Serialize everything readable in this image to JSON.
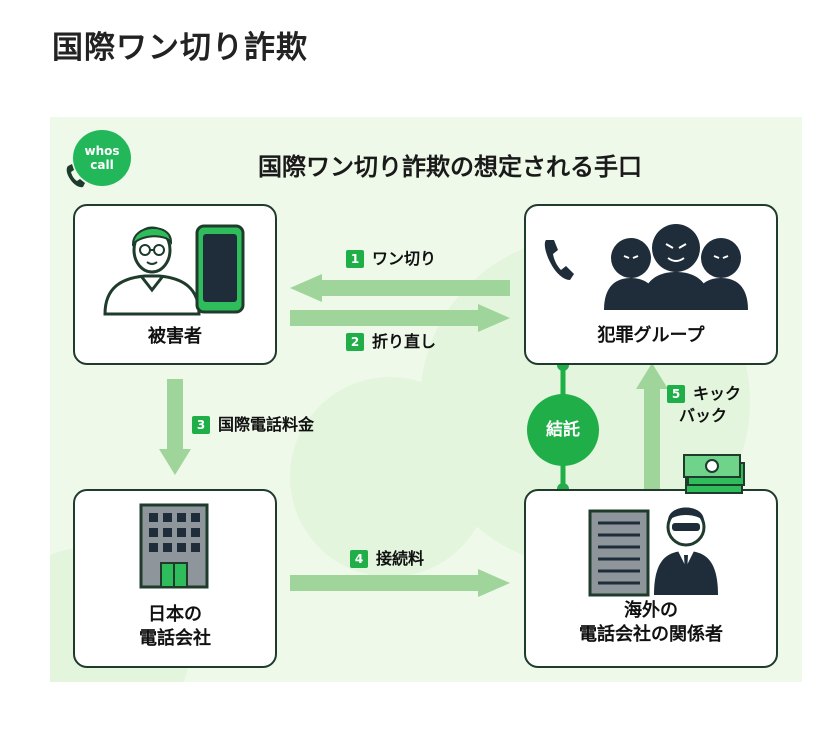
{
  "page_title": "国際ワン切り詐欺",
  "logo": {
    "line1": "whos",
    "line2": "call"
  },
  "diagram": {
    "title": "国際ワン切り詐欺の想定される手口",
    "nodes": {
      "victim": "被害者",
      "criminal": "犯罪グループ",
      "jp_company_1": "日本の",
      "jp_company_2": "電話会社",
      "foreign_1": "海外の",
      "foreign_2": "電話会社の関係者"
    },
    "link_label": "結託",
    "steps": [
      {
        "num": "1",
        "label": "ワン切り"
      },
      {
        "num": "2",
        "label": "折り直し"
      },
      {
        "num": "3",
        "label": "国際電話料金"
      },
      {
        "num": "4",
        "label": "接続料"
      },
      {
        "num": "5",
        "label_1": "キック",
        "label_2": "バック"
      }
    ]
  },
  "colors": {
    "accent": "#1fae48",
    "arrow": "#9fd59a",
    "panel": "#eef9ea",
    "border": "#1e3b2b"
  }
}
